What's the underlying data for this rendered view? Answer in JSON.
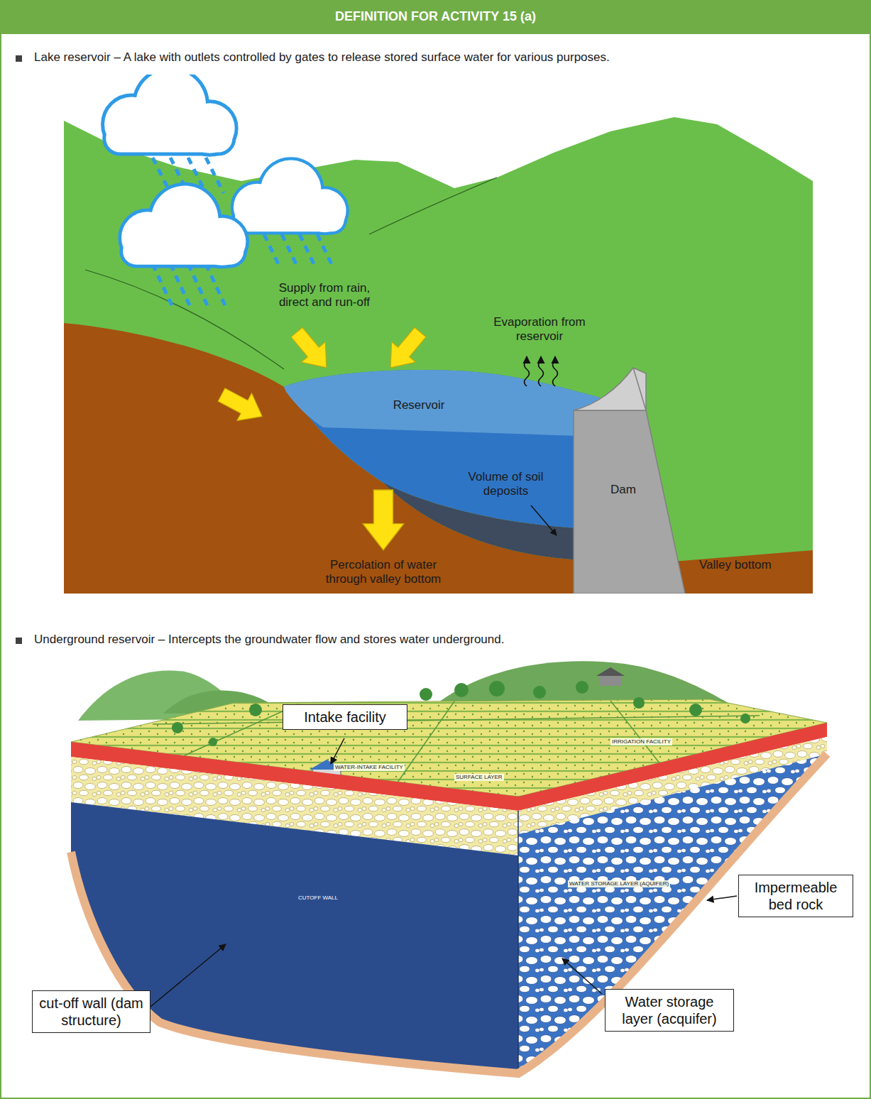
{
  "diagram": {
    "title": "DEFINITION FOR ACTIVITY 15 (a)",
    "nodes": [
      {
        "text": [
          "Intake facility"
        ]
      },
      {
        "text": [
          "Impermeable bed rock"
        ]
      },
      {
        "text": [
          "cut-off wall (dam structure)"
        ]
      },
      {
        "text": [
          "Water storage layer (acquifer)"
        ]
      }
    ],
    "labels": [
      "Lake reservoir – A lake with outlets controlled by gates to release stored surface water for various purposes.",
      "Supply from rain, direct and run-off",
      "Evaporation from reservoir",
      "Reservoir",
      "Volume of soil deposits",
      "Dam",
      "Percolation of water through valley bottom",
      "Valley bottom",
      "Underground reservoir – Intercepts the groundwater flow and stores water underground.",
      "IRRIGATION FACILITY",
      "WATER-INTAKE FACILITY",
      "SURFACE LAYER",
      "CUTOFF WALL",
      "WATER STORAGE LAYER (AQUIFER)"
    ]
  }
}
